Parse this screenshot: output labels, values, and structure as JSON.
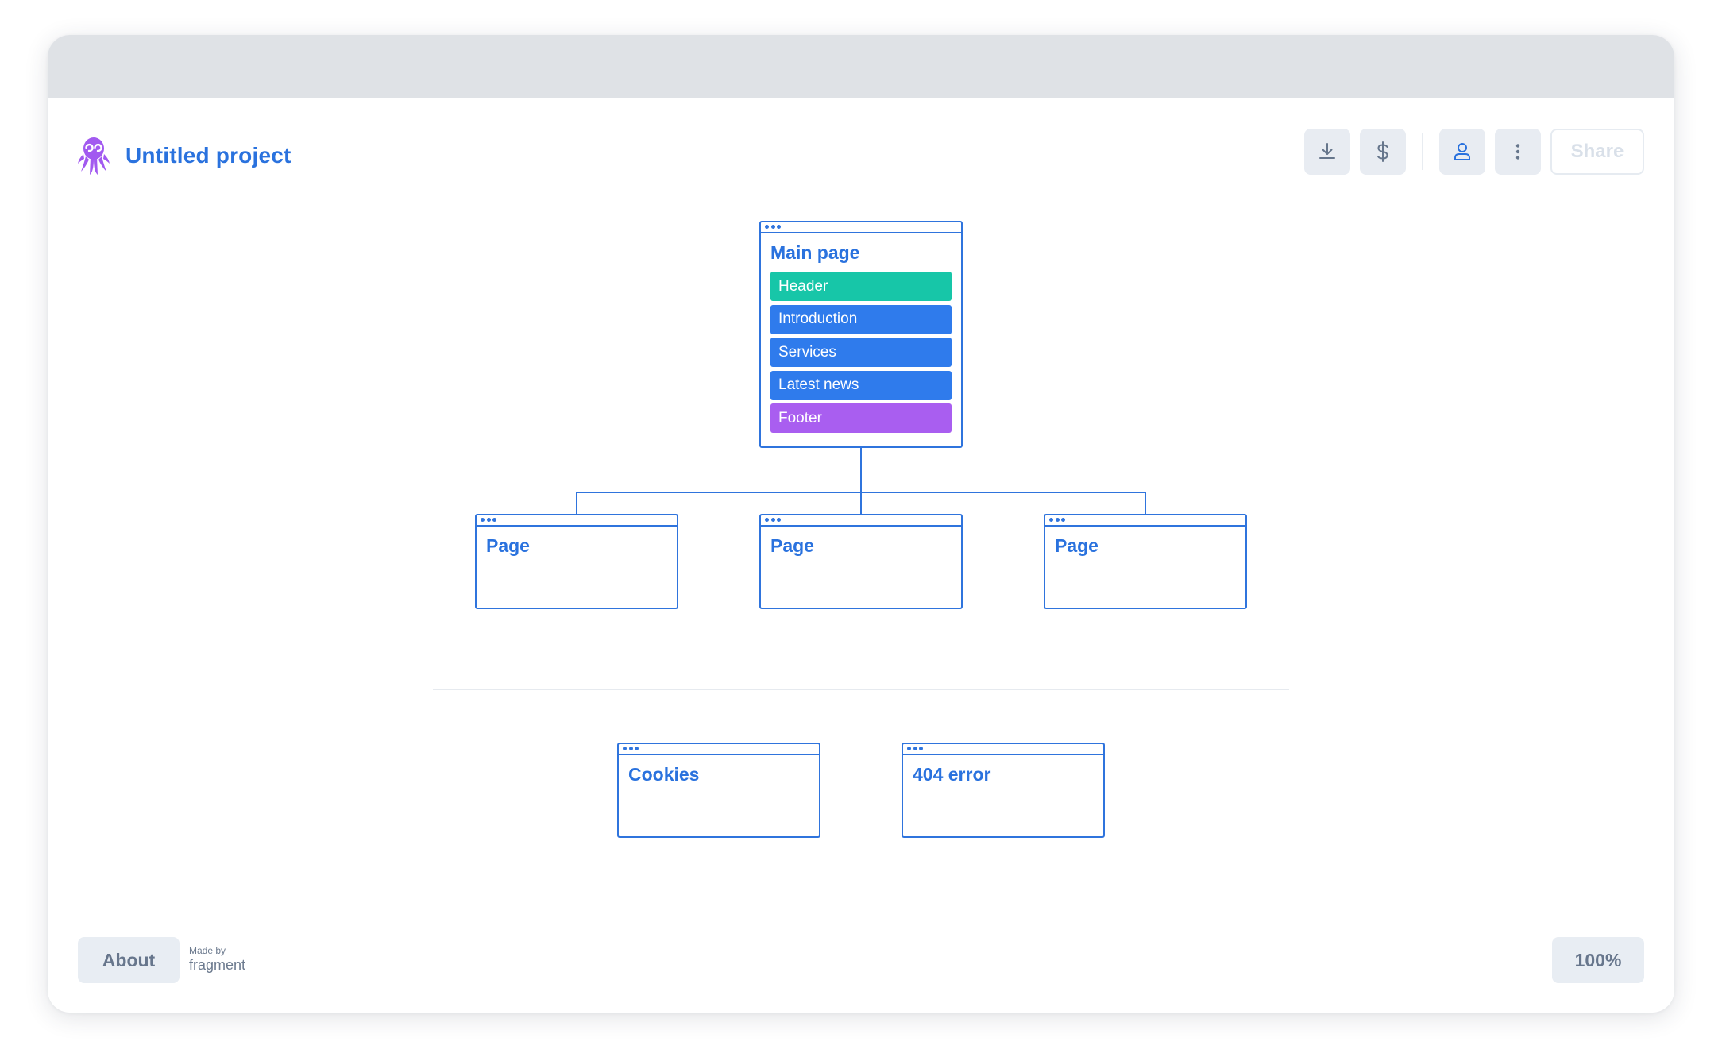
{
  "header": {
    "project_title": "Untitled project",
    "share_label": "Share"
  },
  "toolbar": {
    "icons": [
      "download-icon",
      "dollar-icon",
      "user-icon",
      "more-vertical-icon"
    ]
  },
  "sitemap": {
    "main_page": {
      "title": "Main page",
      "sections": [
        {
          "label": "Header",
          "color": "#17c6a8"
        },
        {
          "label": "Introduction",
          "color": "#2f7bec"
        },
        {
          "label": "Services",
          "color": "#2f7bec"
        },
        {
          "label": "Latest news",
          "color": "#2f7bec"
        },
        {
          "label": "Footer",
          "color": "#a95ef0"
        }
      ]
    },
    "child_pages": [
      {
        "title": "Page"
      },
      {
        "title": "Page"
      },
      {
        "title": "Page"
      }
    ],
    "extra_pages": [
      {
        "title": "Cookies"
      },
      {
        "title": "404 error"
      }
    ]
  },
  "footer": {
    "about_label": "About",
    "made_by_small": "Made by",
    "made_by_brand": "fragment",
    "zoom_label": "100%"
  },
  "colors": {
    "accent": "#2a72de",
    "logo": "#a25af0",
    "titlebar": "#dfe2e6"
  }
}
